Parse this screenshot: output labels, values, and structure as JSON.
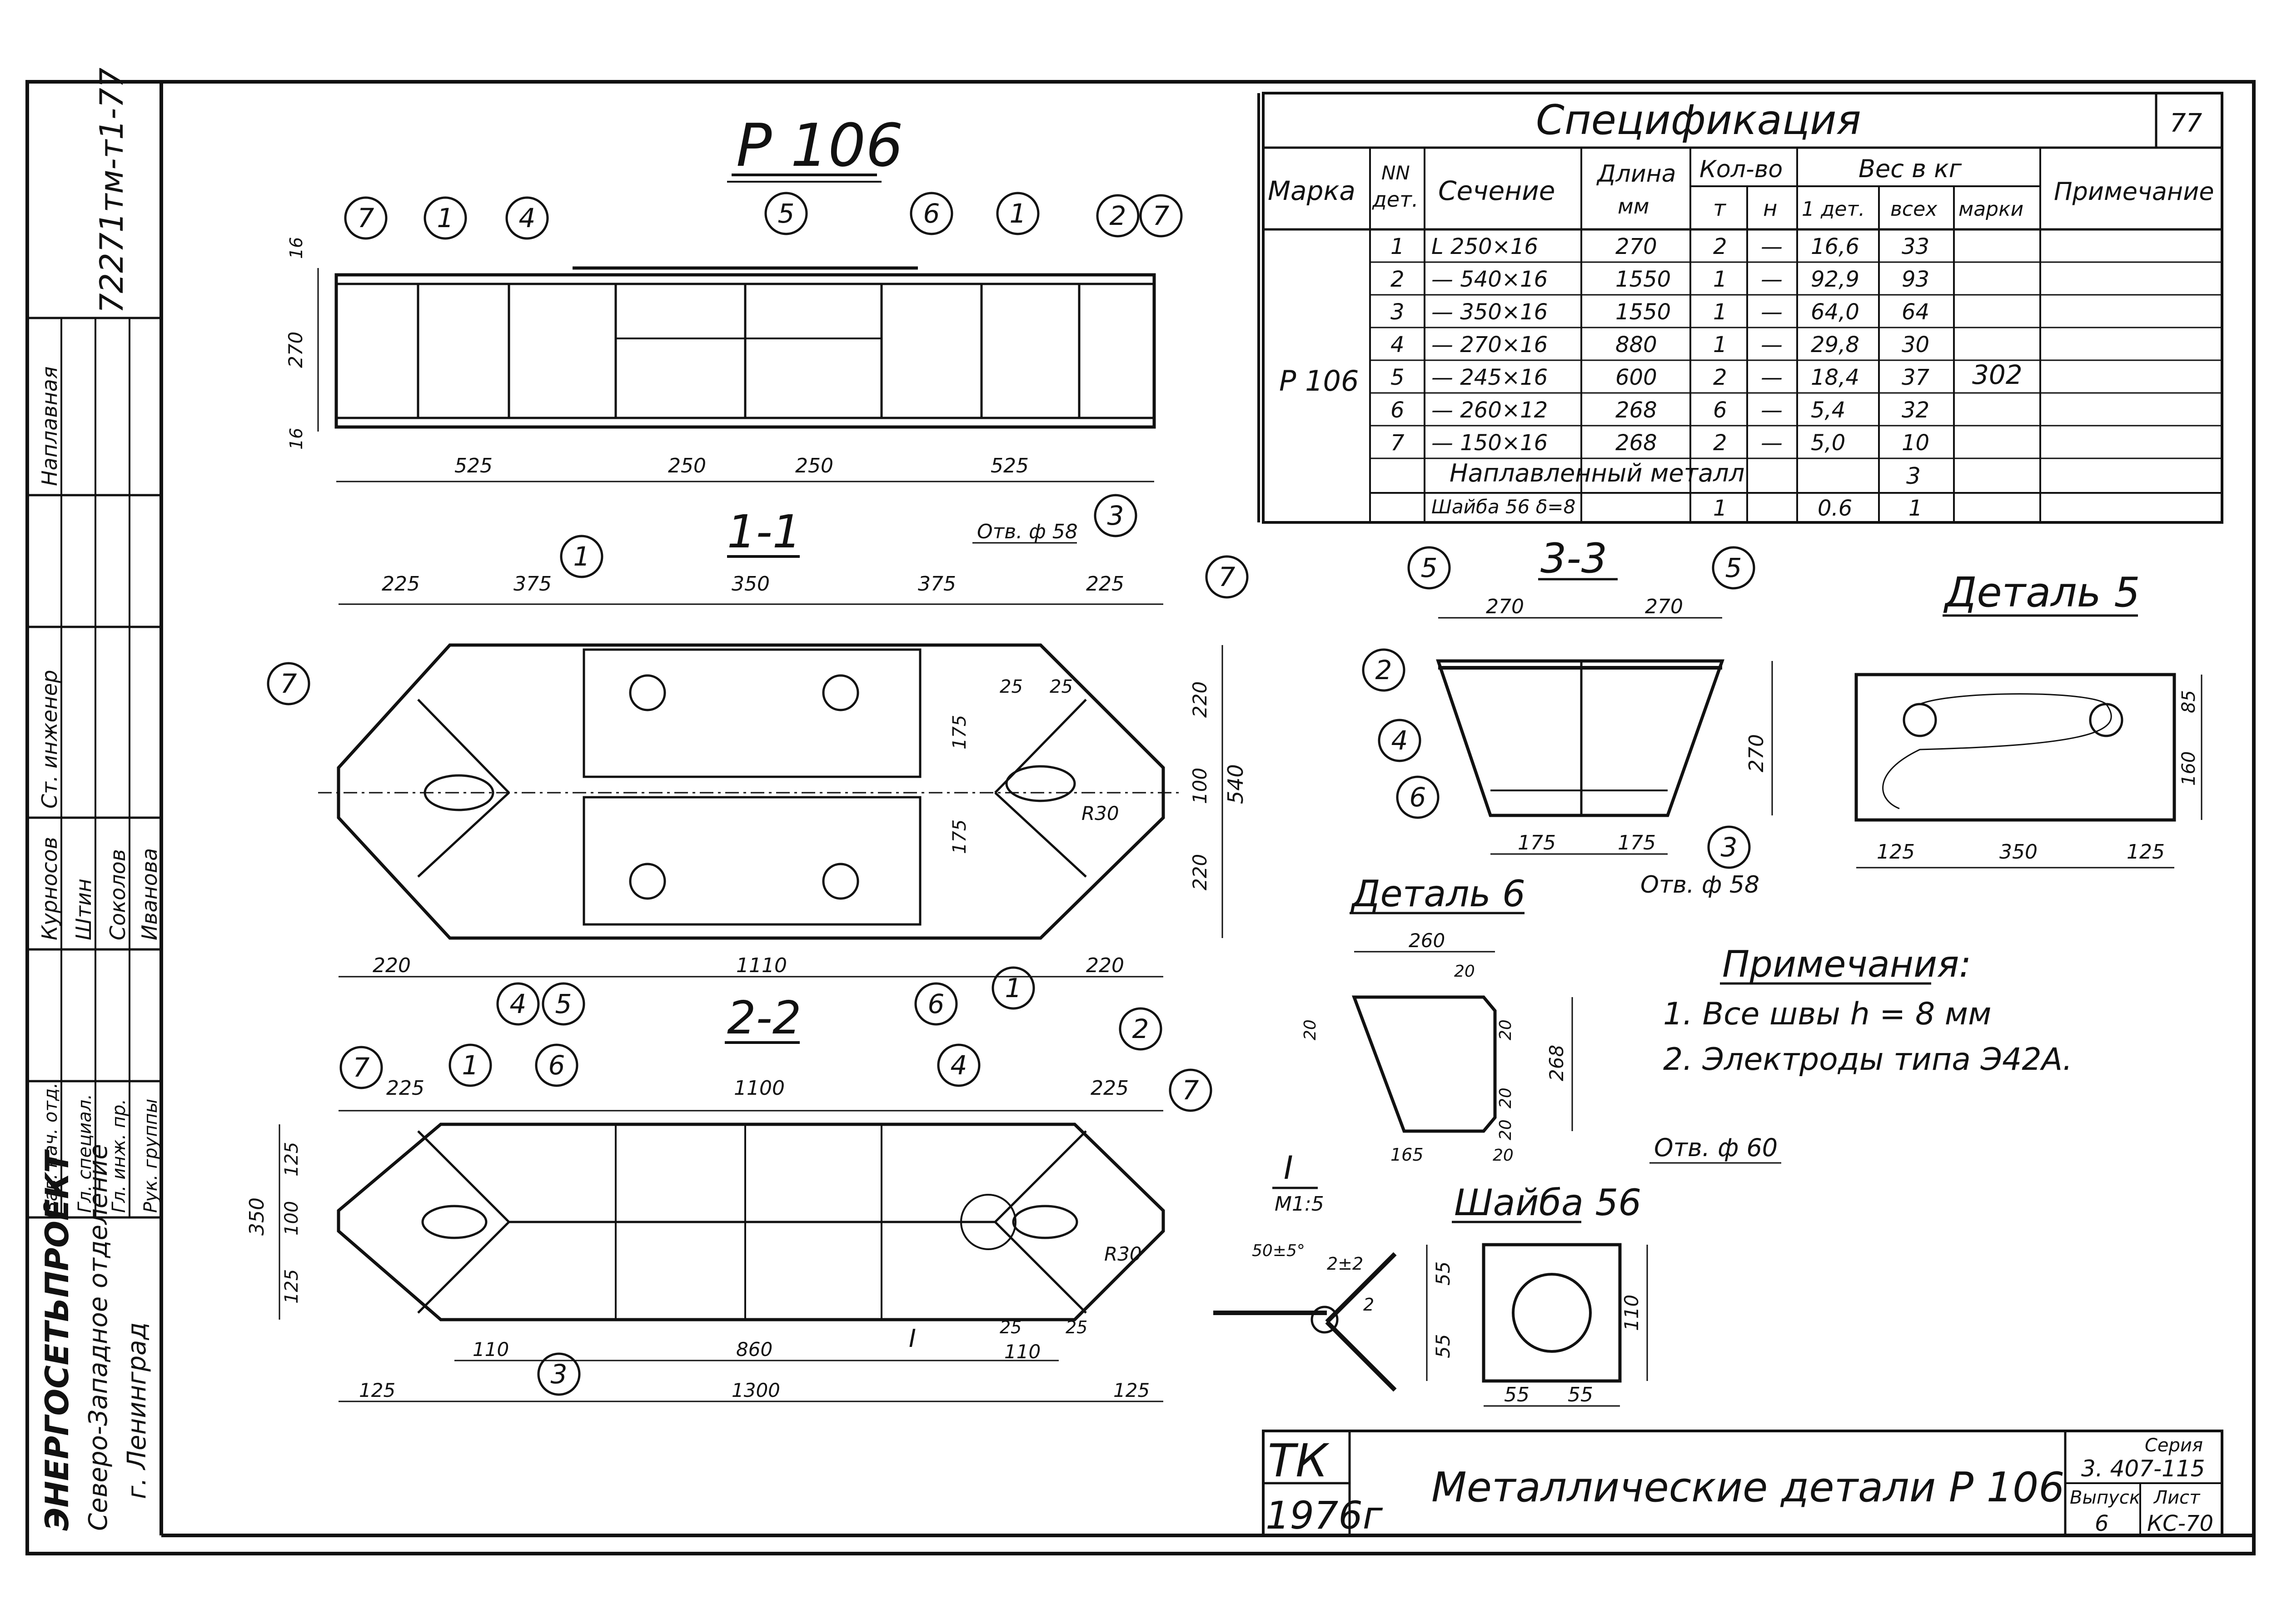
{
  "sheet_number": "77",
  "archive_code": "72271тм-т1-77",
  "title_drawing": "Р 106",
  "spec": {
    "title": "Спецификация",
    "headers": {
      "mark": "Марка",
      "nn_top": "NN",
      "nn_bottom": "дет.",
      "section": "Сечение",
      "length_top": "Длина",
      "length_bottom": "мм",
      "qty": "Кол-во",
      "qty_t": "т",
      "qty_n": "н",
      "weight": "Вес в кг",
      "w_one": "1 дет.",
      "w_all": "всех",
      "w_mark": "марки",
      "note": "Примечание"
    },
    "mark_value": "Р 106",
    "mark_total": "302",
    "rows": [
      {
        "n": "1",
        "section": "L 250×16",
        "length": "270",
        "t": "2",
        "h": "—",
        "one": "16,6",
        "all": "33"
      },
      {
        "n": "2",
        "section": "— 540×16",
        "length": "1550",
        "t": "1",
        "h": "—",
        "one": "92,9",
        "all": "93"
      },
      {
        "n": "3",
        "section": "— 350×16",
        "length": "1550",
        "t": "1",
        "h": "—",
        "one": "64,0",
        "all": "64"
      },
      {
        "n": "4",
        "section": "— 270×16",
        "length": "880",
        "t": "1",
        "h": "—",
        "one": "29,8",
        "all": "30"
      },
      {
        "n": "5",
        "section": "— 245×16",
        "length": "600",
        "t": "2",
        "h": "—",
        "one": "18,4",
        "all": "37"
      },
      {
        "n": "6",
        "section": "— 260×12",
        "length": "268",
        "t": "6",
        "h": "—",
        "one": "5,4",
        "all": "32"
      },
      {
        "n": "7",
        "section": "— 150×16",
        "length": "268",
        "t": "2",
        "h": "—",
        "one": "5,0",
        "all": "10"
      }
    ],
    "deposit_label": "Наплавленный металл",
    "deposit_value": "3",
    "washer_row": {
      "section": "Шайба 56 δ=8",
      "t": "1",
      "one": "0.6",
      "all": "1"
    }
  },
  "views": {
    "section_11": "1-1",
    "section_22": "2-2",
    "section_33": "3-3",
    "detail5": "Деталь 5",
    "detail6": "Деталь 6",
    "washer": "Шайба 56",
    "node": "I",
    "node_scale": "М1:5",
    "hole58": "Отв. ф 58",
    "hole60": "Отв. ф 60",
    "r30": "R30",
    "weld_angle": "50±5°",
    "weld_gap": "2±2",
    "weld_leg": "2"
  },
  "dims": {
    "top_view": [
      "525",
      "250",
      "250",
      "525",
      "16",
      "270",
      "16"
    ],
    "s11_top": [
      "225",
      "375",
      "350",
      "375",
      "225"
    ],
    "s11_bottom": [
      "220",
      "1110",
      "220"
    ],
    "s11_right": [
      "220",
      "100",
      "220",
      "540"
    ],
    "s11_inner": [
      "175",
      "175",
      "25",
      "25"
    ],
    "s22_top": [
      "225",
      "1100",
      "225"
    ],
    "s22_left": [
      "125",
      "100",
      "125",
      "350"
    ],
    "s22_bottom": [
      "110",
      "860",
      "25",
      "25",
      "110",
      "125",
      "1300",
      "125"
    ],
    "s33": [
      "270",
      "270",
      "270",
      "175",
      "175"
    ],
    "d5": [
      "85",
      "160",
      "125",
      "350",
      "125"
    ],
    "d6": [
      "260",
      "20",
      "20",
      "20",
      "20",
      "20",
      "268",
      "165",
      "20"
    ],
    "w56": [
      "55",
      "55",
      "110",
      "55",
      "55"
    ]
  },
  "notes_title": "Примечания:",
  "notes": [
    "1. Все швы h = 8 мм",
    "2. Электроды типа Э42А."
  ],
  "stamp": {
    "org1": "ЭНЕРГОСЕТЬПРОЕКТ",
    "org2": "Северо-Западное отделение",
    "org3": "г. Ленинград",
    "roles": [
      "Зав. нач. отд.",
      "Гл. специал.",
      "Гл. инж. пр.",
      "Рук. группы",
      "Ст. инженер",
      "Наплавная"
    ],
    "names": [
      "Курносов",
      "Штин",
      "Соколов",
      "Иванова"
    ],
    "tk": "ТК",
    "year": "1976г",
    "title": "Металлические детали Р 106",
    "series_label": "Серия",
    "series": "3. 407-115",
    "issue_label": "Выпуск",
    "issue": "6",
    "sheet_label": "Лист",
    "sheet": "КС-70"
  },
  "callouts": [
    "1",
    "2",
    "3",
    "4",
    "5",
    "6",
    "7"
  ]
}
